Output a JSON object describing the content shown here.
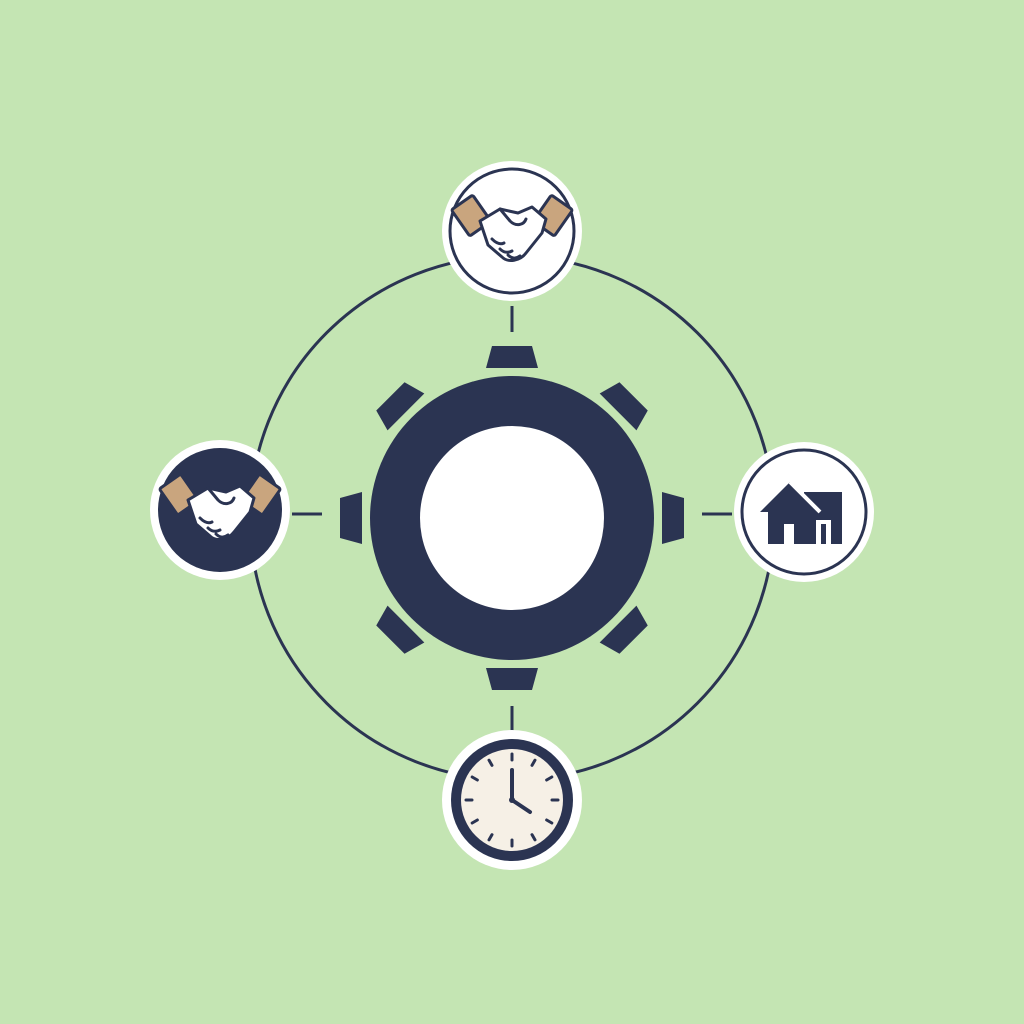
{
  "colors": {
    "background": "#c4e5b3",
    "navy": "#2b3452",
    "white": "#ffffff",
    "tan": "#c9a57e",
    "clock_face": "#f6f0e6"
  },
  "diagram": {
    "center": {
      "icon": "gear-icon"
    },
    "nodes": [
      {
        "position": "top",
        "icon": "handshake-icon",
        "style": "light"
      },
      {
        "position": "left",
        "icon": "handshake-icon",
        "style": "dark"
      },
      {
        "position": "right",
        "icon": "house-building-icon",
        "style": "light"
      },
      {
        "position": "bottom",
        "icon": "clock-icon",
        "style": "light"
      }
    ]
  }
}
